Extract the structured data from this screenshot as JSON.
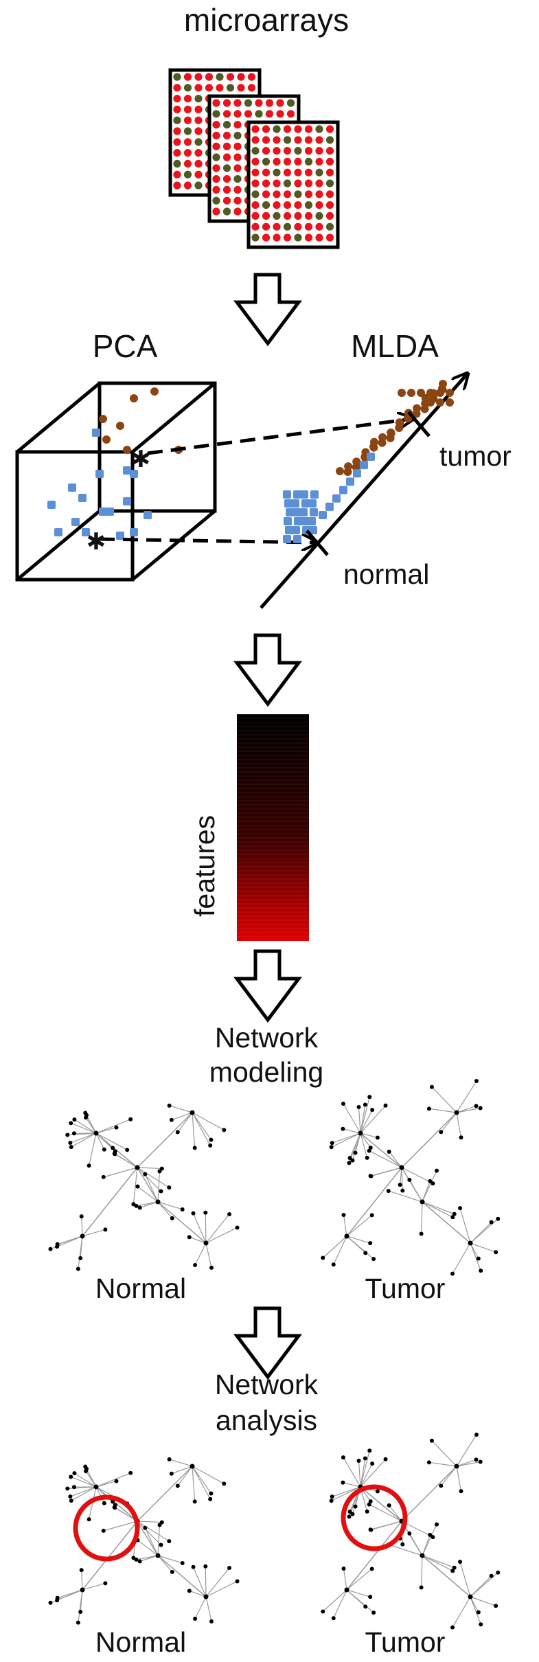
{
  "title": "microarrays",
  "pca_label": "PCA",
  "mlda_label": "MLDA",
  "tumor_axis_label": "tumor",
  "normal_axis_label": "normal",
  "features_label": "features",
  "modeling_label_line1": "Network",
  "modeling_label_line2": "modeling",
  "analysis_label_line1": "Network",
  "analysis_label_line2": "analysis",
  "network_normal_label": "Normal",
  "network_tumor_label": "Tumor",
  "colors": {
    "microarray_red": "#e8141b",
    "microarray_green": "#4f5a22",
    "normal_points": "#5b8fd6",
    "tumor_points": "#8b4513",
    "feature_gradient_top": "#000000",
    "feature_gradient_bottom": "#e00000",
    "highlight_circle": "#e01010"
  }
}
